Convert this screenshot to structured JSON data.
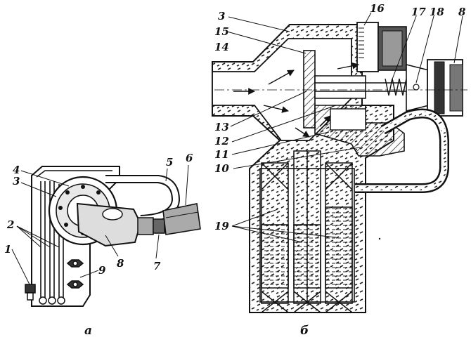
{
  "view_a": {
    "caption": "а",
    "labels": {
      "l1": "1",
      "l2": "2",
      "l3": "3",
      "l4": "4",
      "l5": "5",
      "l6": "6",
      "l7": "7",
      "l8": "8",
      "l9": "9"
    }
  },
  "view_b": {
    "caption": "б",
    "labels": {
      "l3": "3",
      "l8": "8",
      "l10": "10",
      "l11": "11",
      "l12": "12",
      "l13": "13",
      "l14": "14",
      "l15": "15",
      "l16": "16",
      "l17": "17",
      "l18": "18",
      "l19": "19"
    }
  }
}
